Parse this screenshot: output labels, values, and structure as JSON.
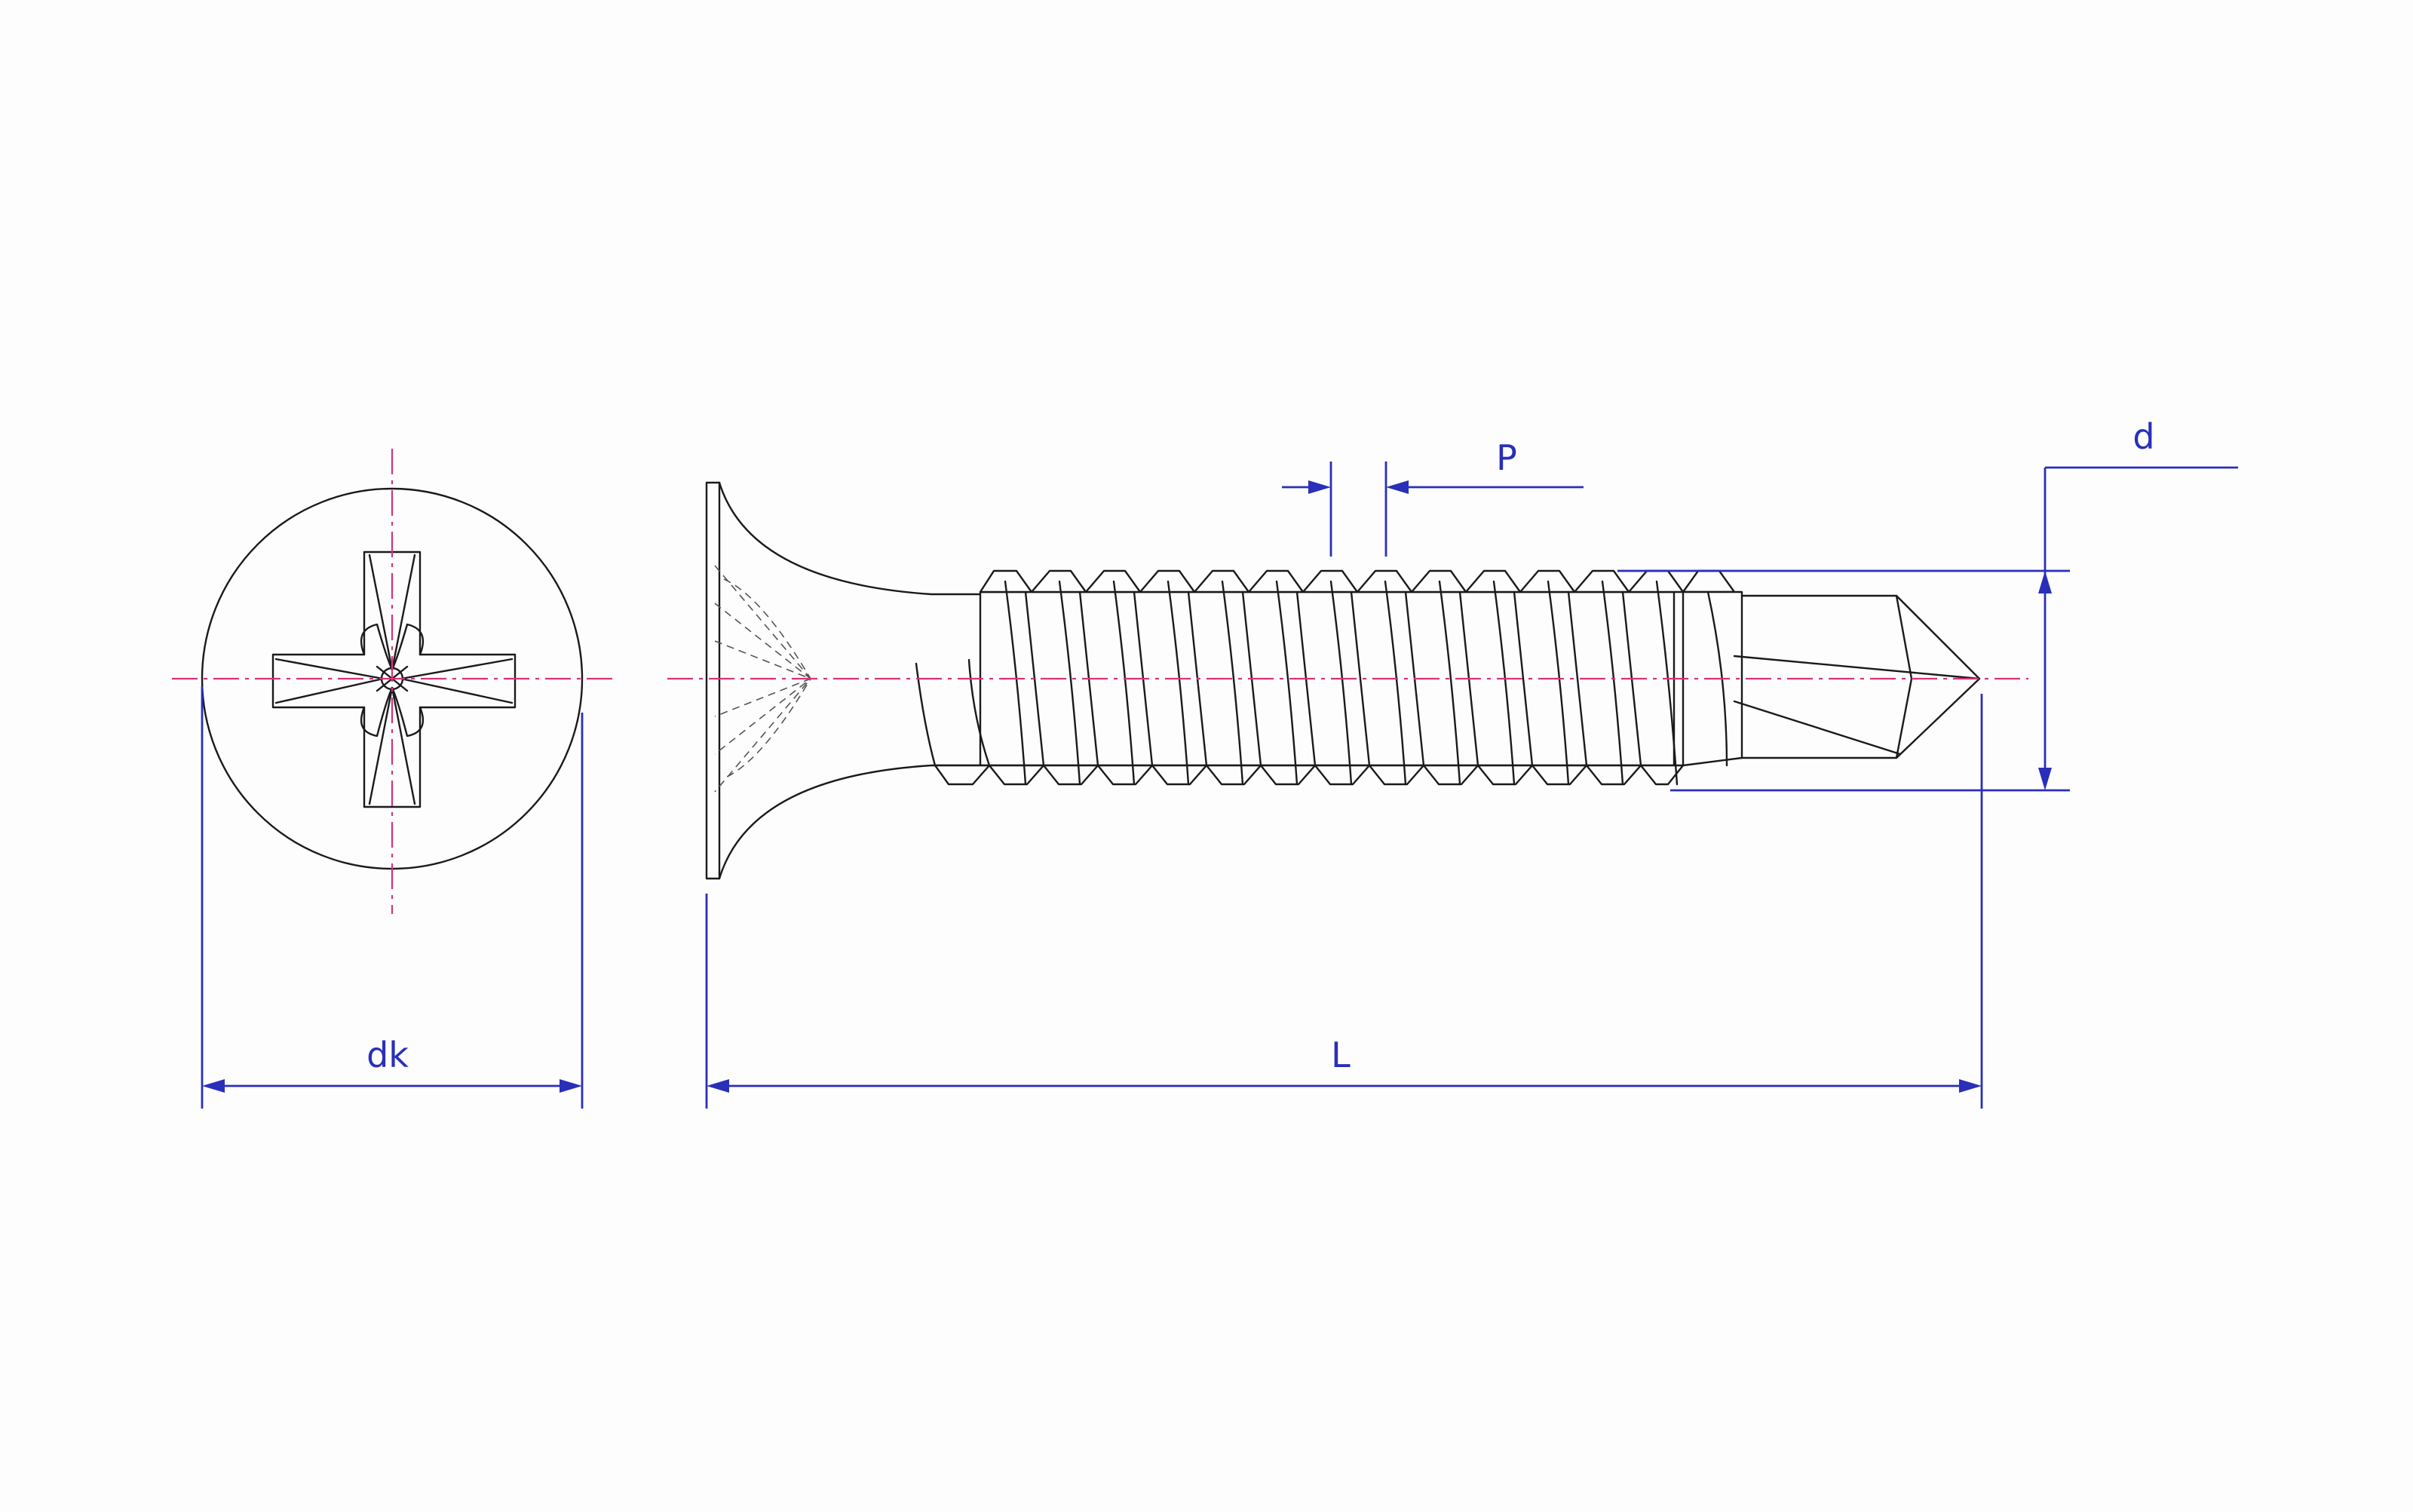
{
  "diagram": {
    "colors": {
      "outline": "#1a1a1a",
      "centerline": "#d4347a",
      "dimension": "#2a2fb8",
      "background": "#fdfdfd"
    },
    "icons": {
      "head_top_view": "phillips-recess-icon",
      "screw_side_view": "self-drilling-screw-icon"
    },
    "labels": {
      "head_diameter": "dk",
      "length": "L",
      "pitch": "P",
      "thread_diameter": "d"
    }
  }
}
